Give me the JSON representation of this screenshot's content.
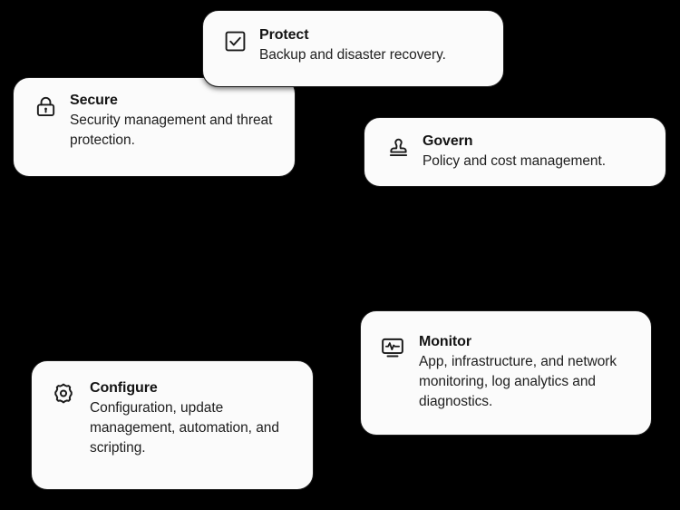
{
  "diagram": {
    "background_color": "#000000",
    "card_background": "#fbfbfb",
    "card_border_color": "#1a1a1a",
    "text_color": "#141414"
  },
  "cards": [
    {
      "id": "protect",
      "icon": "checkbox-checked-icon",
      "title": "Protect",
      "description": "Backup and disaster recovery."
    },
    {
      "id": "secure",
      "icon": "lock-icon",
      "title": "Secure",
      "description": "Security management and threat protection."
    },
    {
      "id": "govern",
      "icon": "stamp-icon",
      "title": "Govern",
      "description": "Policy and cost management."
    },
    {
      "id": "monitor",
      "icon": "monitor-pulse-icon",
      "title": "Monitor",
      "description": "App, infrastructure, and network monitoring, log analytics and diagnostics."
    },
    {
      "id": "configure",
      "icon": "gear-icon",
      "title": "Configure",
      "description": "Configuration, update management, automation, and scripting."
    }
  ]
}
